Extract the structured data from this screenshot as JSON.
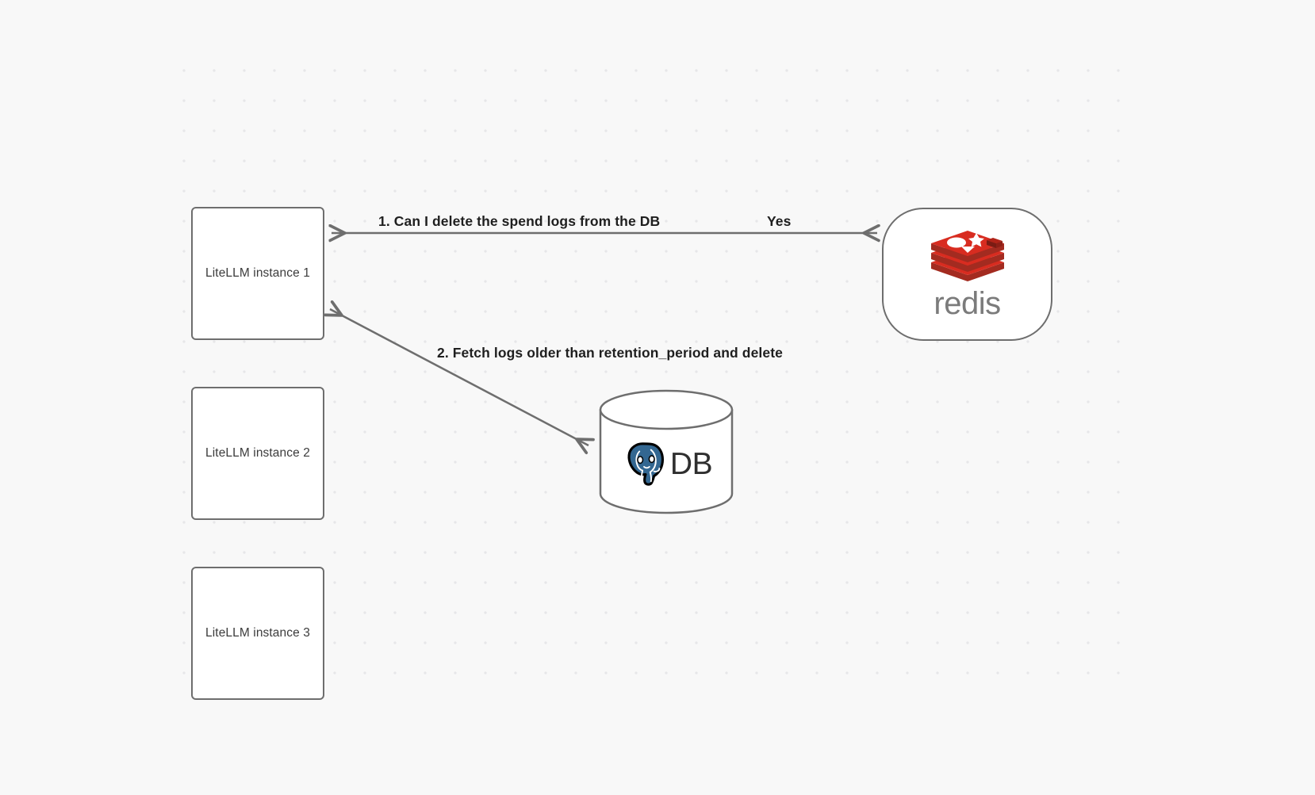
{
  "canvas": {
    "background_color": "#f8f8f8",
    "grid_dot_color": "#e7e7e9"
  },
  "nodes": [
    {
      "id": "instance-1",
      "label": "LiteLLM instance 1",
      "shape": "rounded-rect"
    },
    {
      "id": "instance-2",
      "label": "LiteLLM instance 2",
      "shape": "rounded-rect"
    },
    {
      "id": "instance-3",
      "label": "LiteLLM instance 3",
      "shape": "rounded-rect"
    },
    {
      "id": "redis",
      "label": "redis",
      "shape": "pill",
      "logo": "redis-logo-icon",
      "brand_color": "#d82c20"
    },
    {
      "id": "database",
      "label": "DB",
      "shape": "cylinder",
      "logo": "postgresql-elephant-icon",
      "brand_color": "#336791"
    }
  ],
  "instances": {
    "instance_1_label": "LiteLLM instance 1",
    "instance_2_label": "LiteLLM instance 2",
    "instance_3_label": "LiteLLM instance 3"
  },
  "redis": {
    "wordmark": "redis"
  },
  "database": {
    "label": "DB"
  },
  "edges": [
    {
      "id": "edge-1",
      "from": "redis",
      "to": "instance-1",
      "label": "1.  Can I delete the spend logs from the DB",
      "answer": "Yes",
      "direction": "bidirectional"
    },
    {
      "id": "edge-2",
      "from": "database",
      "to": "instance-1",
      "label": "2.  Fetch logs older than retention_period and delete",
      "direction": "bidirectional"
    }
  ],
  "edge_labels": {
    "step_1": "1.  Can I delete the spend logs from the DB",
    "step_1_answer": "Yes",
    "step_2": "2.  Fetch logs older than retention_period and delete"
  }
}
